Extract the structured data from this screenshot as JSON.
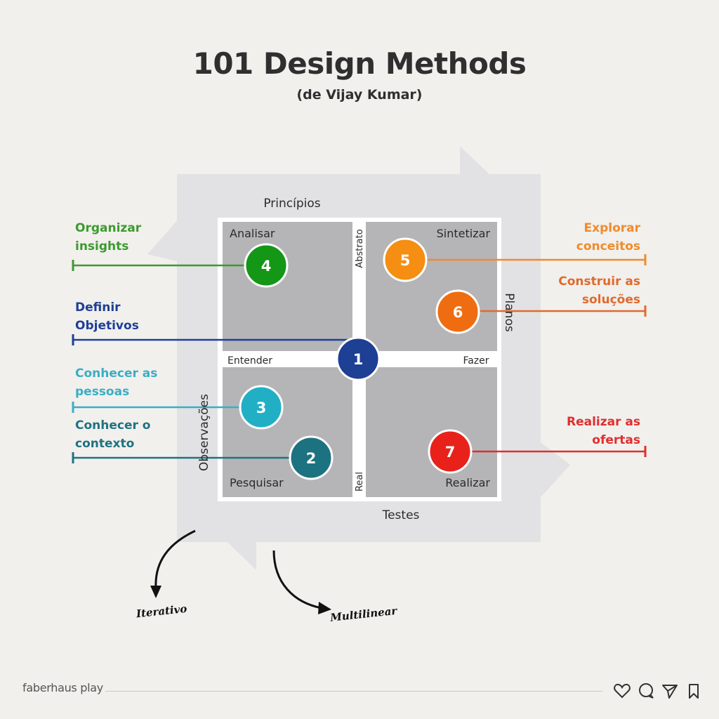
{
  "title": "101 Design Methods",
  "subtitle": "(de Vijay Kumar)",
  "axes": {
    "top": "Princípios",
    "bottom": "Testes",
    "left": "Observações",
    "right": "Planos",
    "mid_left": "Entender",
    "mid_right": "Fazer",
    "mid_top": "Abstrato",
    "mid_bottom": "Real"
  },
  "quadrants": {
    "top_left": "Analisar",
    "top_right": "Sintetizar",
    "bottom_left": "Pesquisar",
    "bottom_right": "Realizar"
  },
  "steps": [
    {
      "num": "1",
      "color": "#1d3f94"
    },
    {
      "num": "2",
      "color": "#1d7281"
    },
    {
      "num": "3",
      "color": "#21afc6"
    },
    {
      "num": "4",
      "color": "#149616"
    },
    {
      "num": "5",
      "color": "#f58e12"
    },
    {
      "num": "6",
      "color": "#ef6d10"
    },
    {
      "num": "7",
      "color": "#e8221b"
    }
  ],
  "labels": {
    "organizar": {
      "line1": "Organizar",
      "line2": "insights",
      "color": "#3d9a2e"
    },
    "definir": {
      "line1": "Definir",
      "line2": "Objetivos",
      "color": "#1f3f95"
    },
    "conhecer_pessoas": {
      "line1": "Conhecer as",
      "line2": "pessoas",
      "color": "#3aaec4"
    },
    "conhecer_contexto": {
      "line1": "Conhecer o",
      "line2": "contexto",
      "color": "#1f7282"
    },
    "explorar": {
      "line1": "Explorar",
      "line2": "conceitos",
      "color": "#f08b2c"
    },
    "construir": {
      "line1": "Construir as",
      "line2": "soluções",
      "color": "#e06a2c"
    },
    "realizar": {
      "line1": "Realizar as",
      "line2": "ofertas",
      "color": "#df2e2e"
    }
  },
  "annotations": {
    "iterativo": "Iterativo",
    "multilinear": "Multilinear"
  },
  "footer": {
    "brand": "faberhaus play",
    "icons": [
      "heart-icon",
      "comment-icon",
      "send-icon",
      "bookmark-icon"
    ]
  }
}
